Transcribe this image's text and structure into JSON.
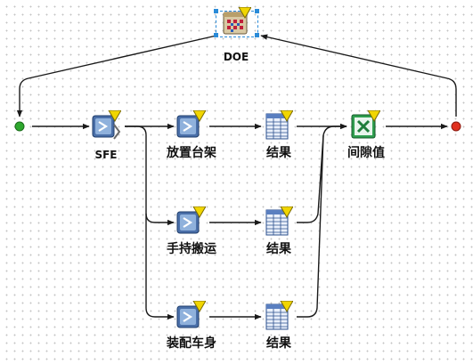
{
  "diagram": {
    "nodes": {
      "doe": {
        "label": "DOE",
        "icon": "doe-icon"
      },
      "start": {
        "icon": "start-circle-icon",
        "color": "#2ea82e"
      },
      "end": {
        "icon": "end-circle-icon",
        "color": "#e0301e"
      },
      "sfe": {
        "label": "SFE",
        "icon": "sfe-script-icon"
      },
      "step1": {
        "label": "放置台架",
        "icon": "script-component-icon"
      },
      "step2": {
        "label": "手持搬运",
        "icon": "script-component-icon"
      },
      "step3": {
        "label": "装配车身",
        "icon": "script-component-icon"
      },
      "result1": {
        "label": "结果",
        "icon": "table-result-icon"
      },
      "result2": {
        "label": "结果",
        "icon": "table-result-icon"
      },
      "result3": {
        "label": "结果",
        "icon": "table-result-icon"
      },
      "gap": {
        "label": "间隙值",
        "icon": "excel-icon"
      }
    },
    "colors": {
      "connector": "#1a1a1a",
      "selection": "#2a8bd8",
      "icon_yellow": "#f1d600",
      "excel_green": "#1e7d3a"
    }
  }
}
